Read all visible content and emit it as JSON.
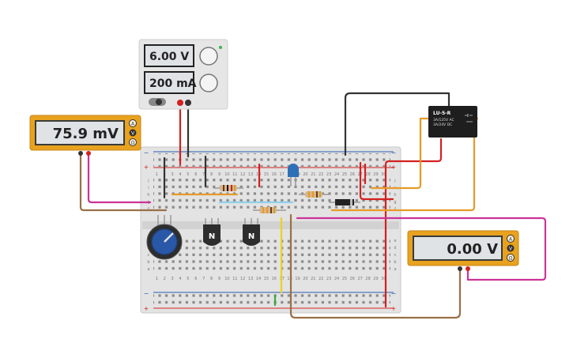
{
  "power_supply": {
    "voltage_display": "6.00 V",
    "current_display": "200 mA"
  },
  "multimeter_left": {
    "reading": "75.9 mV",
    "mode_labels": [
      "A",
      "V",
      "Ω"
    ]
  },
  "multimeter_right": {
    "reading": "0.00 V",
    "mode_labels": [
      "A",
      "V",
      "Ω"
    ]
  },
  "relay": {
    "model": "LU-5-R",
    "rating_ac": "3A/125V AC",
    "rating_dc": "3A/24V DC"
  },
  "transistors": {
    "label": "N"
  },
  "breadboard": {
    "columns": [
      "1",
      "2",
      "3",
      "4",
      "5",
      "6",
      "7",
      "8",
      "9",
      "10",
      "11",
      "12",
      "13",
      "14",
      "15",
      "16",
      "17",
      "18",
      "19",
      "20",
      "21",
      "22",
      "23",
      "24",
      "25",
      "26",
      "27",
      "28",
      "29",
      "30"
    ],
    "rows_top": [
      "j",
      "i",
      "h",
      "g",
      "f"
    ],
    "rows_bottom": [
      "e",
      "d",
      "c",
      "b",
      "a"
    ],
    "rail_plus": "+",
    "rail_minus": "−"
  },
  "colors": {
    "meter_frame": "#e8a21e",
    "wire_red": "#d42020",
    "wire_black": "#333333",
    "wire_orange": "#e69a28",
    "wire_pink": "#cc3399",
    "wire_brown": "#9a7048",
    "wire_yellow": "#e9d21c",
    "wire_green": "#39a93a",
    "wire_lightblue": "#8fd0e8",
    "rail_red": "#d42020",
    "rail_blue": "#2a5db0"
  }
}
